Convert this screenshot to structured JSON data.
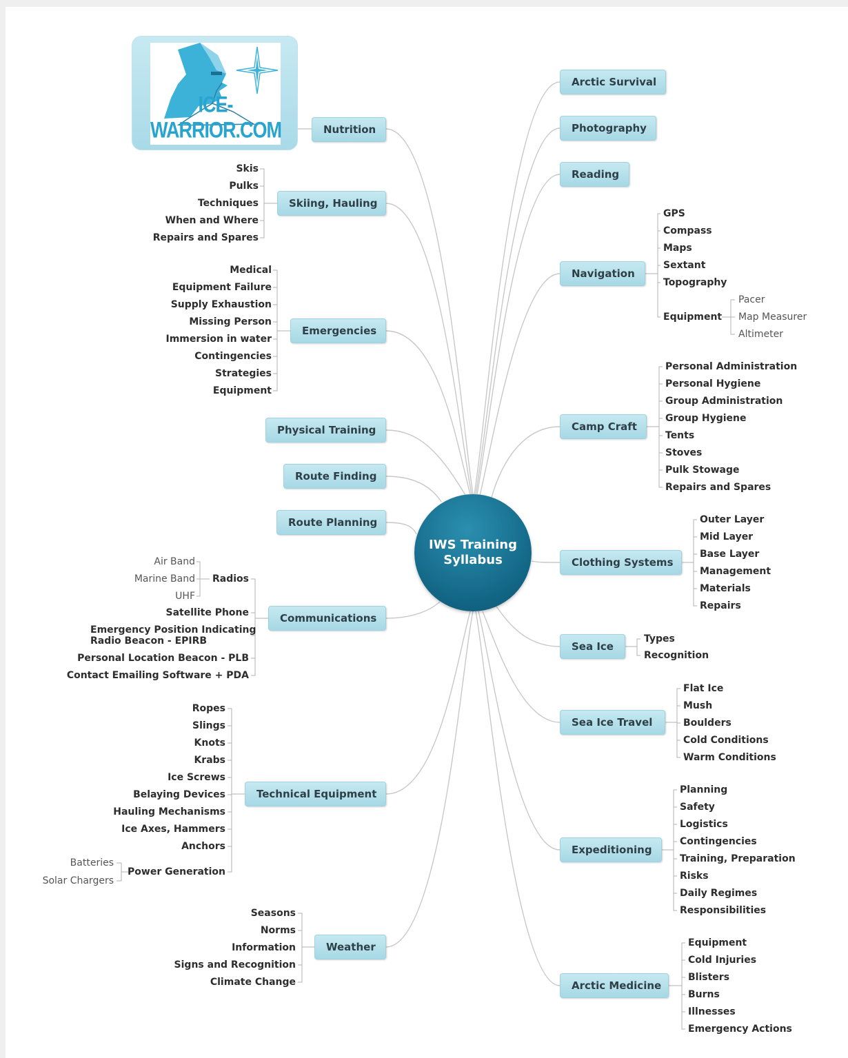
{
  "logo": {
    "text": "ICE-WARRIOR.COM"
  },
  "center": {
    "line1": "IWS Training",
    "line2": "Syllabus"
  },
  "left_topics": {
    "nutrition": "Nutrition",
    "skiing": {
      "label": "Skiing, Hauling",
      "items": [
        "Skis",
        "Pulks",
        "Techniques",
        "When and Where",
        "Repairs and Spares"
      ]
    },
    "emergencies": {
      "label": "Emergencies",
      "items": [
        "Medical",
        "Equipment Failure",
        "Supply Exhaustion",
        "Missing Person",
        "Immersion in water",
        "Contingencies",
        "Strategies",
        "Equipment"
      ]
    },
    "physical_training": "Physical Training",
    "route_finding": "Route Finding",
    "route_planning": "Route Planning",
    "communications": {
      "label": "Communications",
      "radios": {
        "label": "Radios",
        "items": [
          "Air Band",
          "Marine Band",
          "UHF"
        ]
      },
      "items": [
        "Satellite Phone",
        "Emergency Position Indicating",
        "Radio Beacon - EPIRB",
        "Personal Location Beacon - PLB",
        "Contact Emailing Software + PDA"
      ]
    },
    "technical_equipment": {
      "label": "Technical Equipment",
      "items": [
        "Ropes",
        "Slings",
        "Knots",
        "Krabs",
        "Ice Screws",
        "Belaying Devices",
        "Hauling Mechanisms",
        "Ice Axes, Hammers",
        "Anchors"
      ],
      "power": {
        "label": "Power Generation",
        "items": [
          "Batteries",
          "Solar Chargers"
        ]
      }
    },
    "weather": {
      "label": "Weather",
      "items": [
        "Seasons",
        "Norms",
        "Information",
        "Signs and Recognition",
        "Climate Change"
      ]
    }
  },
  "right_topics": {
    "arctic_survival": "Arctic Survival",
    "photography": "Photography",
    "reading": "Reading",
    "navigation": {
      "label": "Navigation",
      "items": [
        "GPS",
        "Compass",
        "Maps",
        "Sextant",
        "Topography"
      ],
      "equipment": {
        "label": "Equipment",
        "items": [
          "Pacer",
          "Map Measurer",
          "Altimeter"
        ]
      }
    },
    "camp_craft": {
      "label": "Camp Craft",
      "items": [
        "Personal Administration",
        "Personal Hygiene",
        "Group Administration",
        "Group Hygiene",
        "Tents",
        "Stoves",
        "Pulk Stowage",
        "Repairs and Spares"
      ]
    },
    "clothing": {
      "label": "Clothing Systems",
      "items": [
        "Outer Layer",
        "Mid Layer",
        "Base Layer",
        "Management",
        "Materials",
        "Repairs"
      ]
    },
    "sea_ice": {
      "label": "Sea Ice",
      "items": [
        "Types",
        "Recognition"
      ]
    },
    "sea_ice_travel": {
      "label": "Sea Ice Travel",
      "items": [
        "Flat Ice",
        "Mush",
        "Boulders",
        "Cold Conditions",
        "Warm Conditions"
      ]
    },
    "expeditioning": {
      "label": "Expeditioning",
      "items": [
        "Planning",
        "Safety",
        "Logistics",
        "Contingencies",
        "Training, Preparation",
        "Risks",
        "Daily Regimes",
        "Responsibilities"
      ]
    },
    "arctic_medicine": {
      "label": "Arctic Medicine",
      "items": [
        "Equipment",
        "Cold Injuries",
        "Blisters",
        "Burns",
        "Illnesses",
        "Emergency Actions"
      ]
    }
  },
  "colors": {
    "node_fill": "#b4e0eb",
    "node_border": "#9fd2de",
    "center_fill": "#126584",
    "connector": "#c8c8c8",
    "logo": "#27a4cf"
  }
}
